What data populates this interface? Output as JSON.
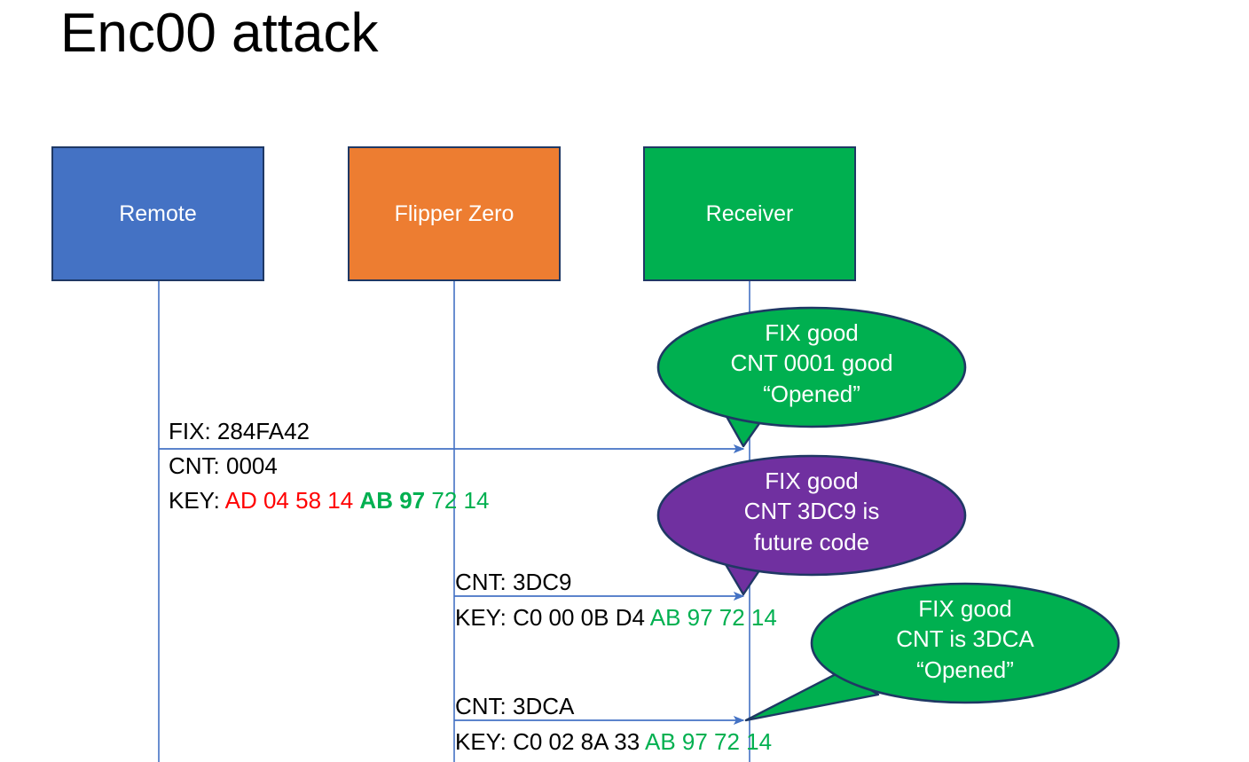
{
  "slide": {
    "title": "Enc00 attack",
    "background": "#ffffff"
  },
  "colors": {
    "remote": "#4472C4",
    "flipper": "#ED7D31",
    "receiver": "#00B050",
    "bubble_ok": "#00B050",
    "bubble_warn": "#7030A0",
    "arrow": "#4472C4",
    "box_border": "#1F3864",
    "key_old": "#FF0000",
    "key_new": "#00B050",
    "text": "#000000"
  },
  "actors": [
    {
      "id": "remote",
      "label": "Remote",
      "color": "#4472C4"
    },
    {
      "id": "flipper",
      "label": "Flipper Zero",
      "color": "#ED7D31"
    },
    {
      "id": "receiver",
      "label": "Receiver",
      "color": "#00B050"
    }
  ],
  "messages": [
    {
      "id": "msg1",
      "from": "remote",
      "to": "receiver",
      "line1": "FIX: 284FA42",
      "line2": "CNT: 0004",
      "key_label": "KEY:",
      "key_old": "AD 04 58 14",
      "key_new_bold": "AB 97",
      "key_new": "72 14"
    },
    {
      "id": "msg2",
      "from": "flipper",
      "to": "receiver",
      "line1": "CNT: 3DC9",
      "key_label": "KEY:",
      "key_black": "C0 00 0B D4",
      "key_new": "AB 97 72 14"
    },
    {
      "id": "msg3",
      "from": "flipper",
      "to": "receiver",
      "line1": "CNT: 3DCA",
      "key_label": "KEY:",
      "key_black": "C0 02 8A 33",
      "key_new": "AB 97 72 14"
    }
  ],
  "bubbles": [
    {
      "id": "bubble1",
      "color": "#00B050",
      "lines": [
        "FIX good",
        "CNT 0001 good",
        "“Opened”"
      ]
    },
    {
      "id": "bubble2",
      "color": "#7030A0",
      "lines": [
        "FIX good",
        "CNT 3DC9 is",
        "future code"
      ]
    },
    {
      "id": "bubble3",
      "color": "#00B050",
      "lines": [
        "FIX good",
        "CNT is 3DCA",
        "“Opened”"
      ]
    }
  ]
}
